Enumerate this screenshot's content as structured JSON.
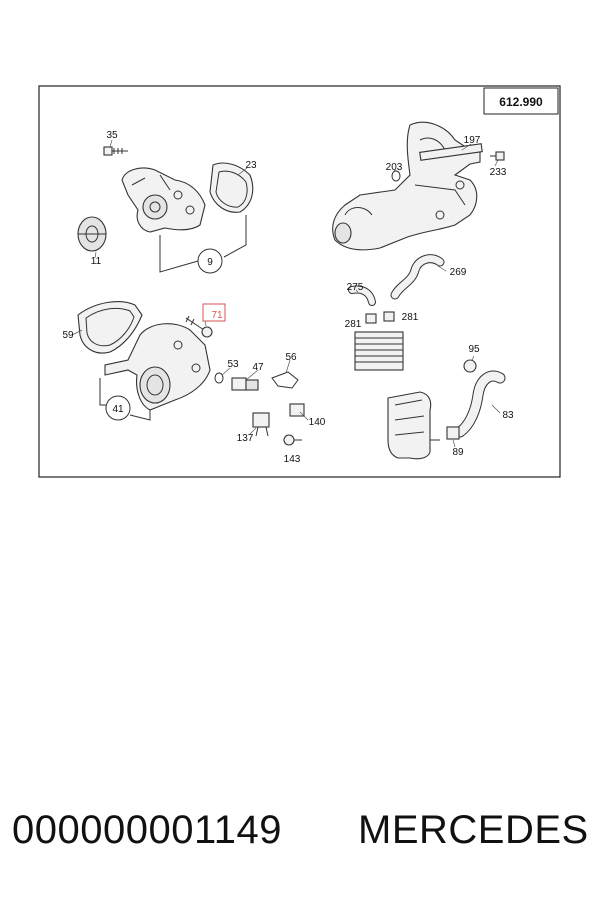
{
  "diagram": {
    "ref_code": "612.990",
    "callouts": {
      "c35": "35",
      "c23": "23",
      "c11": "11",
      "c9": "9",
      "c197": "197",
      "c203": "203",
      "c233": "233",
      "c269": "269",
      "c275": "275",
      "c281a": "281",
      "c281b": "281",
      "c59": "59",
      "c71": "71",
      "c53": "53",
      "c47": "47",
      "c56": "56",
      "c41": "41",
      "c140": "140",
      "c137": "137",
      "c143": "143",
      "c95": "95",
      "c83": "83",
      "c89": "89"
    }
  },
  "footer": {
    "part_number": "000000001149",
    "brand": "MERCEDES"
  }
}
